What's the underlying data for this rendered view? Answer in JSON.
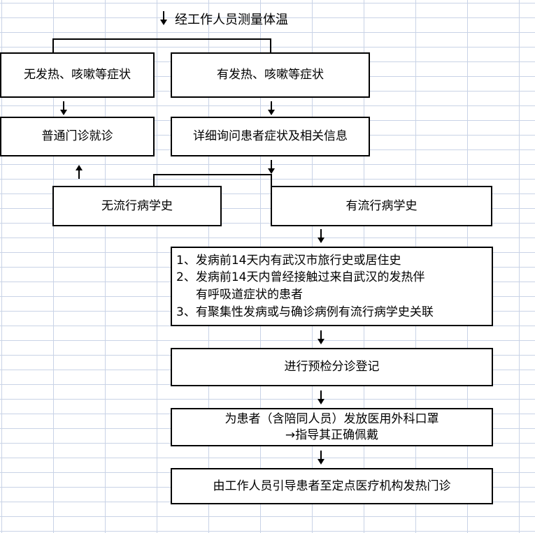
{
  "start": {
    "label": "经工作人员测量体温"
  },
  "branch1": {
    "no_symptoms": "无发热、咳嗽等症状",
    "has_symptoms": "有发热、咳嗽等症状"
  },
  "general_clinic": "普通门诊就诊",
  "inquire": "详细询问患者症状及相关信息",
  "branch2": {
    "no_history": "无流行病学史",
    "has_history": "有流行病学史"
  },
  "criteria": {
    "item1": "1、发病前14天内有武汉市旅行史或居住史",
    "item2_line1": "2、发病前14天内曾经接触过来自武汉的发热伴",
    "item2_line2": "有呼吸道症状的患者",
    "item3": "3、有聚集性发病或与确诊病例有流行病学史关联"
  },
  "triage": "进行预检分诊登记",
  "mask": {
    "line1": "为患者（含陪同人员）发放医用外科口罩",
    "line2": "→指导其正确佩戴"
  },
  "guide": "由工作人员引导患者至定点医疗机构发热门诊"
}
